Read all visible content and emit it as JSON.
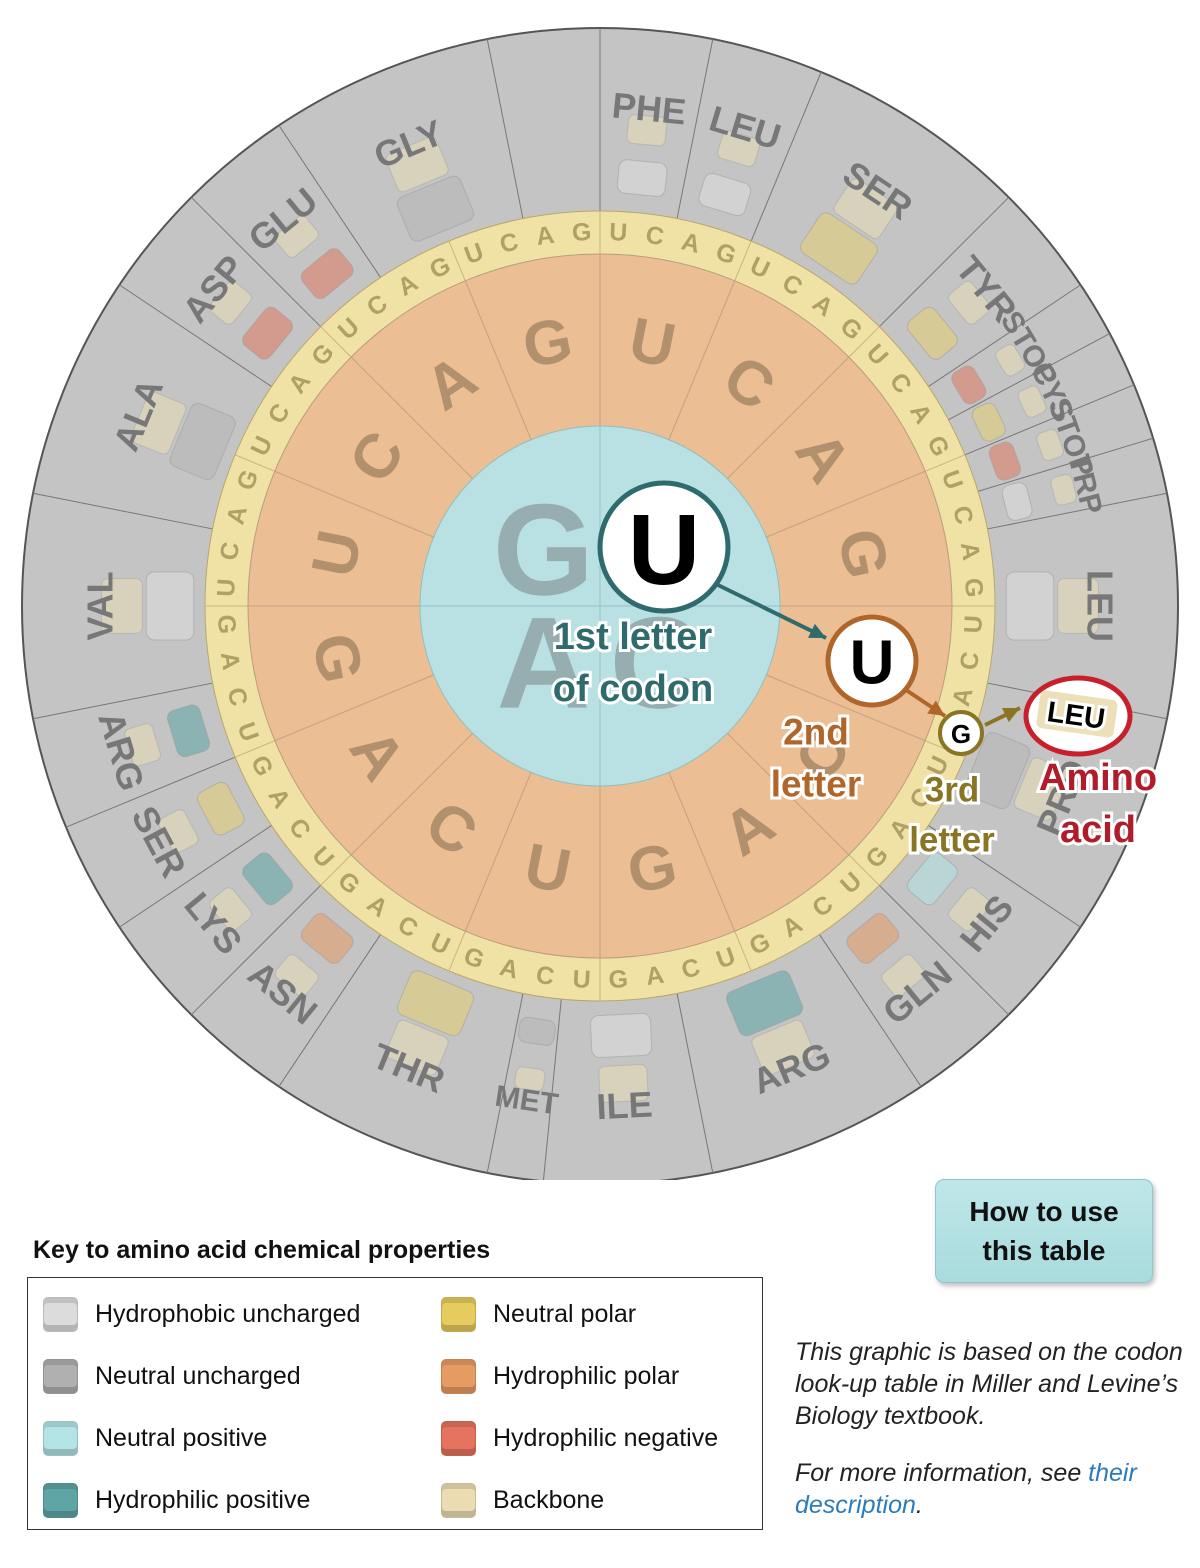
{
  "wheel": {
    "center_letters": [
      "U",
      "C",
      "A",
      "G"
    ],
    "second_letters": [
      "U",
      "C",
      "A",
      "G"
    ],
    "third_letters": [
      "U",
      "C",
      "A",
      "G"
    ],
    "amino_acids": [
      {
        "label": "PHE",
        "color": "#dedede"
      },
      {
        "label": "LEU",
        "color": "#dedede"
      },
      {
        "label": "SER",
        "color": "#e6cf73"
      },
      {
        "label": "TYR",
        "color": "#e6cf73"
      },
      {
        "label": "STOP",
        "color": "#e07a62"
      },
      {
        "label": "CYS",
        "color": "#e6cf73"
      },
      {
        "label": "STOP",
        "color": "#e07a62"
      },
      {
        "label": "TRP",
        "color": "#dedede"
      },
      {
        "label": "LEU",
        "color": "#dedede"
      },
      {
        "label": "PRO",
        "color": "#b7b7b7"
      },
      {
        "label": "HIS",
        "color": "#b3e3e4"
      },
      {
        "label": "GLN",
        "color": "#e59b62"
      },
      {
        "label": "ARG",
        "color": "#5fa5a6"
      },
      {
        "label": "ILE",
        "color": "#dedede"
      },
      {
        "label": "MET",
        "color": "#b7b7b7"
      },
      {
        "label": "THR",
        "color": "#e6cf73"
      },
      {
        "label": "ASN",
        "color": "#e59b62"
      },
      {
        "label": "LYS",
        "color": "#5fa5a6"
      },
      {
        "label": "SER",
        "color": "#e6cf73"
      },
      {
        "label": "ARG",
        "color": "#5fa5a6"
      },
      {
        "label": "VAL",
        "color": "#dedede"
      },
      {
        "label": "ALA",
        "color": "#b7b7b7"
      },
      {
        "label": "ASP",
        "color": "#e07a62"
      },
      {
        "label": "GLU",
        "color": "#e07a62"
      },
      {
        "label": "GLY",
        "color": "#b7b7b7"
      }
    ],
    "overlay": {
      "first_letter": "U",
      "first_caption_1": "1st letter",
      "first_caption_2": "of codon",
      "second_letter": "U",
      "second_caption_1": "2nd",
      "second_caption_2": "letter",
      "third_letter": "G",
      "third_caption_1": "3rd",
      "third_caption_2": "letter",
      "amino_label": "LEU",
      "amino_caption_1": "Amino",
      "amino_caption_2": "acid"
    }
  },
  "key": {
    "title": "Key to amino acid chemical properties",
    "items": [
      {
        "label": "Hydrophobic uncharged",
        "color": "#dcdcdc"
      },
      {
        "label": "Neutral uncharged",
        "color": "#b0b0b0"
      },
      {
        "label": "Neutral positive",
        "color": "#b3e3e4"
      },
      {
        "label": "Hydrophilic positive",
        "color": "#5fa5a6"
      },
      {
        "label": "Neutral polar",
        "color": "#e6cb5e"
      },
      {
        "label": "Hydrophilic polar",
        "color": "#e59b62"
      },
      {
        "label": "Hydrophilic negative",
        "color": "#e5735f"
      },
      {
        "label": "Backbone",
        "color": "#ebddb1"
      }
    ]
  },
  "howto": {
    "line1": "How to use",
    "line2": "this table"
  },
  "note": {
    "text": "This graphic is based on the codon look-up table in Miller and Levine’s Biology textbook.",
    "more_prefix": "For more information, see ",
    "link_text": "their description",
    "suffix": "."
  }
}
